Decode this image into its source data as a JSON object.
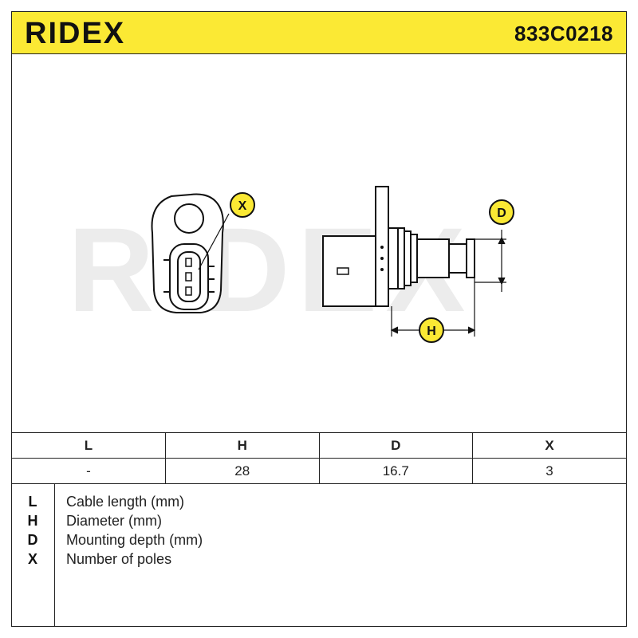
{
  "header": {
    "brand": "RIDEX",
    "part_number": "833C0218",
    "background": "#fbe934"
  },
  "drawing": {
    "watermark": "RIDEX",
    "markers": [
      {
        "label": "X",
        "meaning": "poles"
      },
      {
        "label": "D",
        "meaning": "mounting depth"
      },
      {
        "label": "H",
        "meaning": "diameter"
      }
    ]
  },
  "dimensions_table": {
    "headers": [
      "L",
      "H",
      "D",
      "X"
    ],
    "values": [
      "-",
      "28",
      "16.7",
      "3"
    ]
  },
  "legend": [
    {
      "key": "L",
      "desc": "Cable length (mm)"
    },
    {
      "key": "H",
      "desc": "Diameter (mm)"
    },
    {
      "key": "D",
      "desc": "Mounting depth (mm)"
    },
    {
      "key": "X",
      "desc": "Number of poles"
    }
  ]
}
